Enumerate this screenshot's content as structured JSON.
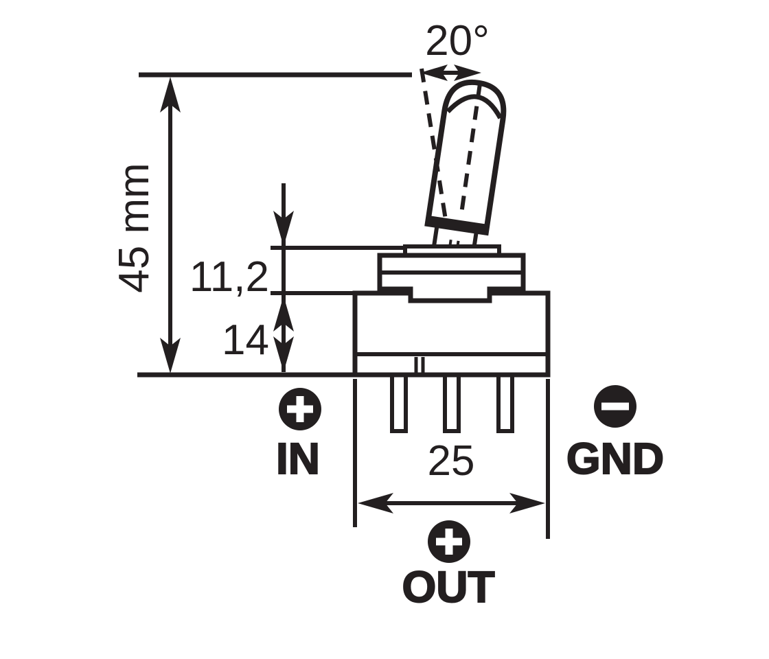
{
  "diagram": {
    "subject": "toggle-switch-dimension-drawing",
    "units_note": "mm",
    "dimensions": {
      "lever_throw_angle": "20°",
      "overall_height": "45 mm",
      "upper_section_height": "11,2",
      "body_height": "14",
      "body_width": "25"
    },
    "terminals": {
      "in": {
        "label": "IN",
        "polarity": "plus"
      },
      "gnd": {
        "label": "GND",
        "polarity": "minus"
      },
      "out": {
        "label": "OUT",
        "polarity": "plus"
      }
    },
    "colors": {
      "ink": "#231f20",
      "background": "#ffffff"
    }
  }
}
